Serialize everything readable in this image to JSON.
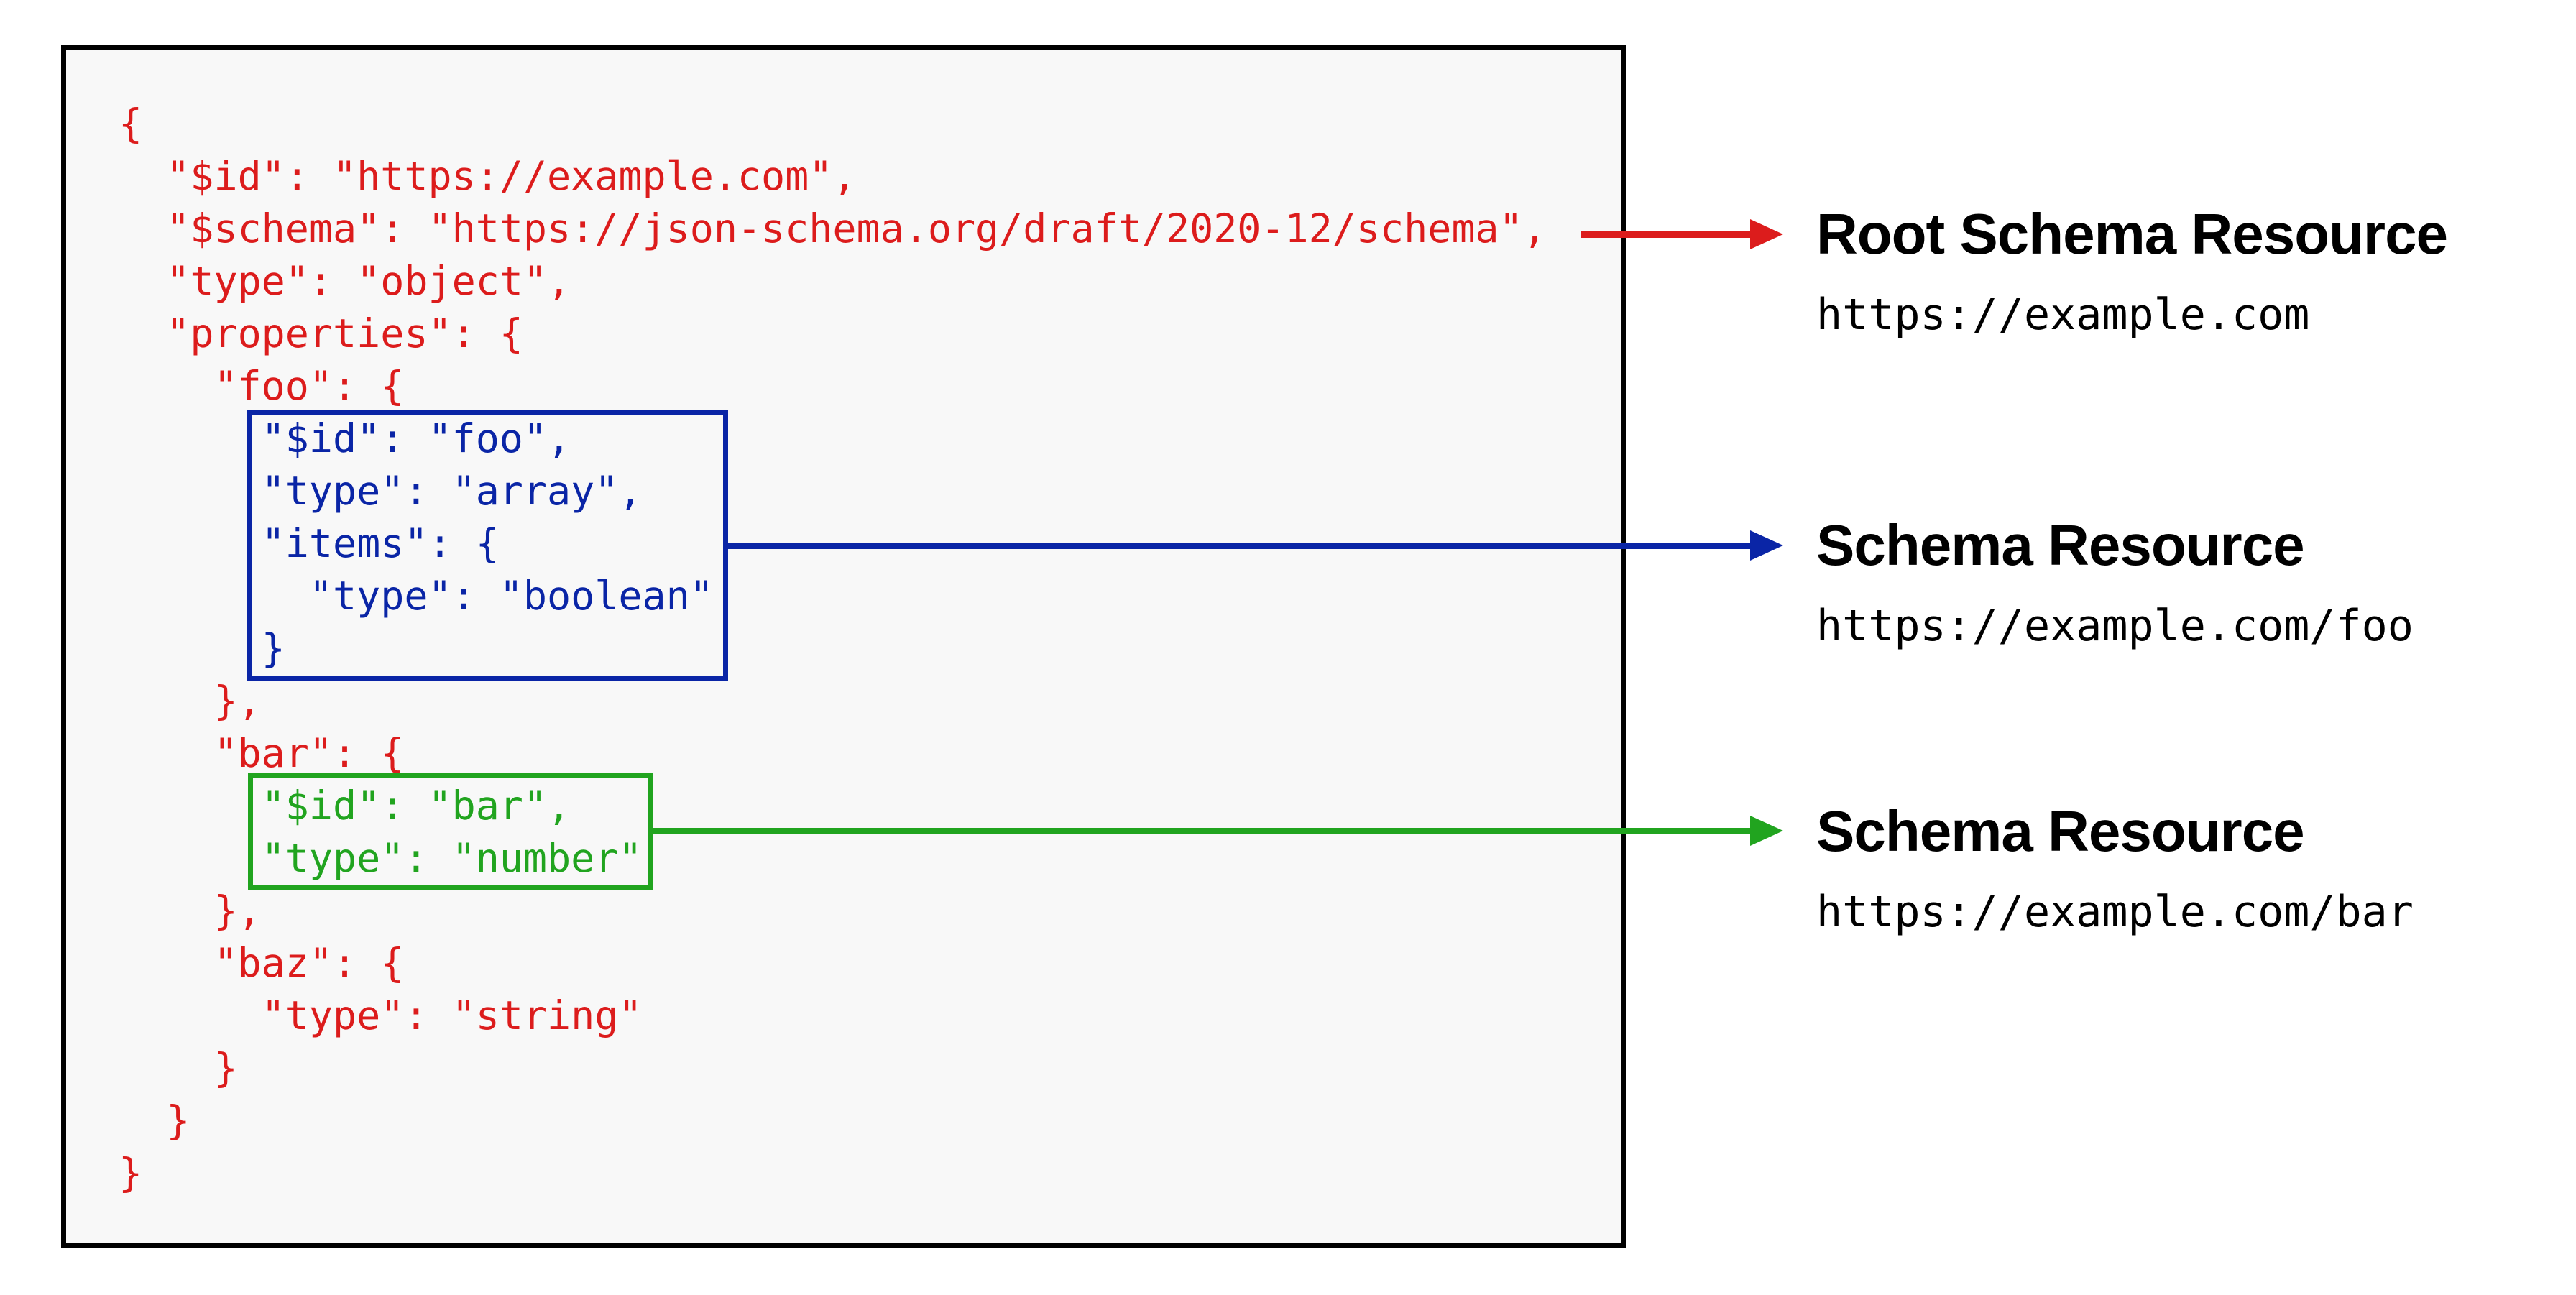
{
  "colors": {
    "c-red": "#dc1c1c",
    "c-blue": "#0a25a6",
    "c-green": "#21a41f",
    "panel-bg": "#f8f8f8",
    "ink": "#000000"
  },
  "code": {
    "lines": [
      {
        "text": "{",
        "color": "red"
      },
      {
        "text": "  \"$id\": \"https://example.com\",",
        "color": "red"
      },
      {
        "text": "  \"$schema\": \"https://json-schema.org/draft/2020-12/schema\",",
        "color": "red"
      },
      {
        "text": "  \"type\": \"object\",",
        "color": "red"
      },
      {
        "text": "  \"properties\": {",
        "color": "red"
      },
      {
        "text": "    \"foo\": {",
        "color": "red"
      },
      {
        "text": "      \"$id\": \"foo\",",
        "color": "blue"
      },
      {
        "text": "      \"type\": \"array\",",
        "color": "blue"
      },
      {
        "text": "      \"items\": {",
        "color": "blue"
      },
      {
        "text": "        \"type\": \"boolean\"",
        "color": "blue"
      },
      {
        "text": "      }",
        "color": "blue"
      },
      {
        "text": "    },",
        "color": "red"
      },
      {
        "text": "    \"bar\": {",
        "color": "red"
      },
      {
        "text": "      \"$id\": \"bar\",",
        "color": "green"
      },
      {
        "text": "      \"type\": \"number\"",
        "color": "green"
      },
      {
        "text": "    },",
        "color": "red"
      },
      {
        "text": "    \"baz\": {",
        "color": "red"
      },
      {
        "text": "      \"type\": \"string\"",
        "color": "red"
      },
      {
        "text": "    }",
        "color": "red"
      },
      {
        "text": "  }",
        "color": "red"
      },
      {
        "text": "}",
        "color": "red"
      }
    ]
  },
  "annotations": [
    {
      "title": "Root Schema Resource",
      "uri": "https://example.com"
    },
    {
      "title": "Schema Resource",
      "uri": "https://example.com/foo"
    },
    {
      "title": "Schema Resource",
      "uri": "https://example.com/bar"
    }
  ]
}
